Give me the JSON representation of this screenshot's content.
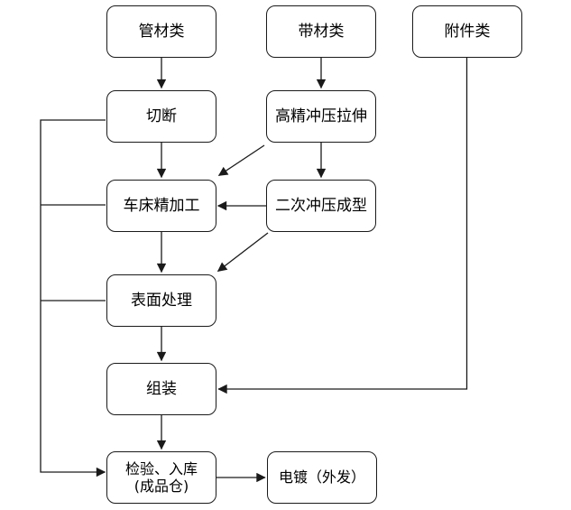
{
  "diagram": {
    "type": "flowchart",
    "description": "production process flowchart",
    "colors": {
      "background": "#ffffff",
      "line": "#1a1a1a",
      "box_fill": "#ffffff",
      "box_border": "#1a1a1a",
      "text": "#000000"
    },
    "nodes": {
      "pipe_material": {
        "label": "管材类"
      },
      "strip_material": {
        "label": "带材类"
      },
      "accessories": {
        "label": "附件类"
      },
      "cutting": {
        "label": "切断"
      },
      "precision_stamping": {
        "label": "高精冲压拉伸"
      },
      "lathe_finishing": {
        "label": "车床精加工"
      },
      "secondary_stamping": {
        "label": "二次冲压成型"
      },
      "surface_treatment": {
        "label": "表面处理"
      },
      "assembly": {
        "label": "组装"
      },
      "inspection_storage": {
        "label": "检验、入库",
        "sublabel": "(成品仓)"
      },
      "electroplating": {
        "label": "电镀（外发）"
      }
    },
    "edges": [
      {
        "from": "管材类",
        "to": "切断",
        "style": "arrow"
      },
      {
        "from": "带材类",
        "to": "高精冲压拉伸",
        "style": "arrow"
      },
      {
        "from": "附件类",
        "to": "组装",
        "style": "arrow",
        "route": "down-then-left"
      },
      {
        "from": "切断",
        "to": "车床精加工",
        "style": "arrow"
      },
      {
        "from": "高精冲压拉伸",
        "to": "车床精加工",
        "style": "arrow",
        "route": "diagonal"
      },
      {
        "from": "高精冲压拉伸",
        "to": "二次冲压成型",
        "style": "arrow"
      },
      {
        "from": "二次冲压成型",
        "to": "车床精加工",
        "style": "arrow"
      },
      {
        "from": "二次冲压成型",
        "to": "表面处理",
        "style": "arrow",
        "route": "diagonal"
      },
      {
        "from": "车床精加工",
        "to": "表面处理",
        "style": "arrow"
      },
      {
        "from": "表面处理",
        "to": "组装",
        "style": "arrow"
      },
      {
        "from": "组装",
        "to": "检验、入库 (成品仓)",
        "style": "arrow"
      },
      {
        "from": "切断",
        "to": "检验、入库 (成品仓)",
        "style": "arrow",
        "route": "left-rail"
      },
      {
        "from": "车床精加工",
        "to": "检验、入库 (成品仓)",
        "style": "arrow",
        "route": "left-rail"
      },
      {
        "from": "表面处理",
        "to": "检验、入库 (成品仓)",
        "style": "arrow",
        "route": "left-rail"
      },
      {
        "from": "检验、入库 (成品仓)",
        "to": "电镀（外发）",
        "style": "arrow"
      }
    ]
  }
}
